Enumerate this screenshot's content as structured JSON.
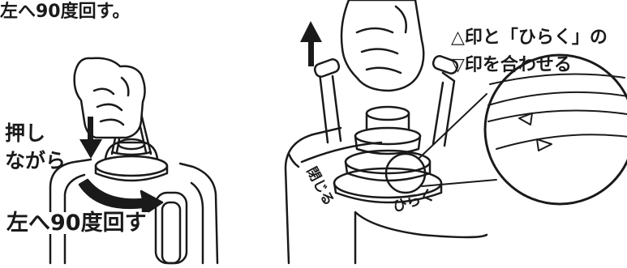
{
  "labels": {
    "title_rotate": "左へ90度回す。",
    "press_line1": "押し",
    "press_line2": "ながら",
    "rotate_left": "左へ90度回す",
    "close_mark": "閉じる",
    "open_mark": "ひらく",
    "align_line1": "△印と「ひらく」の",
    "align_line2": "▽印を合わせる"
  },
  "icons": {
    "press_arrow": "down-arrow-icon",
    "lift_arrow": "up-arrow-icon",
    "rotate_arrow": "curved-arrow-icon"
  }
}
